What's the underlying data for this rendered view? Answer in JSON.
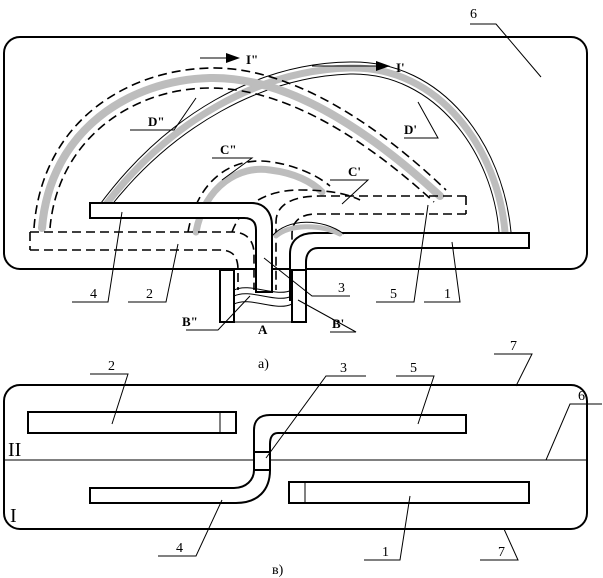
{
  "labels": {
    "one": "1",
    "two": "2",
    "three": "3",
    "four": "4",
    "five": "5",
    "six": "6",
    "seven": "7",
    "A": "A",
    "B1": "B'",
    "B2": "B\"",
    "C1": "C'",
    "C2": "C\"",
    "D1": "D'",
    "D2": "D\"",
    "I1": "I'",
    "I2": "I\"",
    "roman1": "I",
    "roman2": "II"
  },
  "captions": {
    "a": "а)",
    "b": "в)"
  }
}
